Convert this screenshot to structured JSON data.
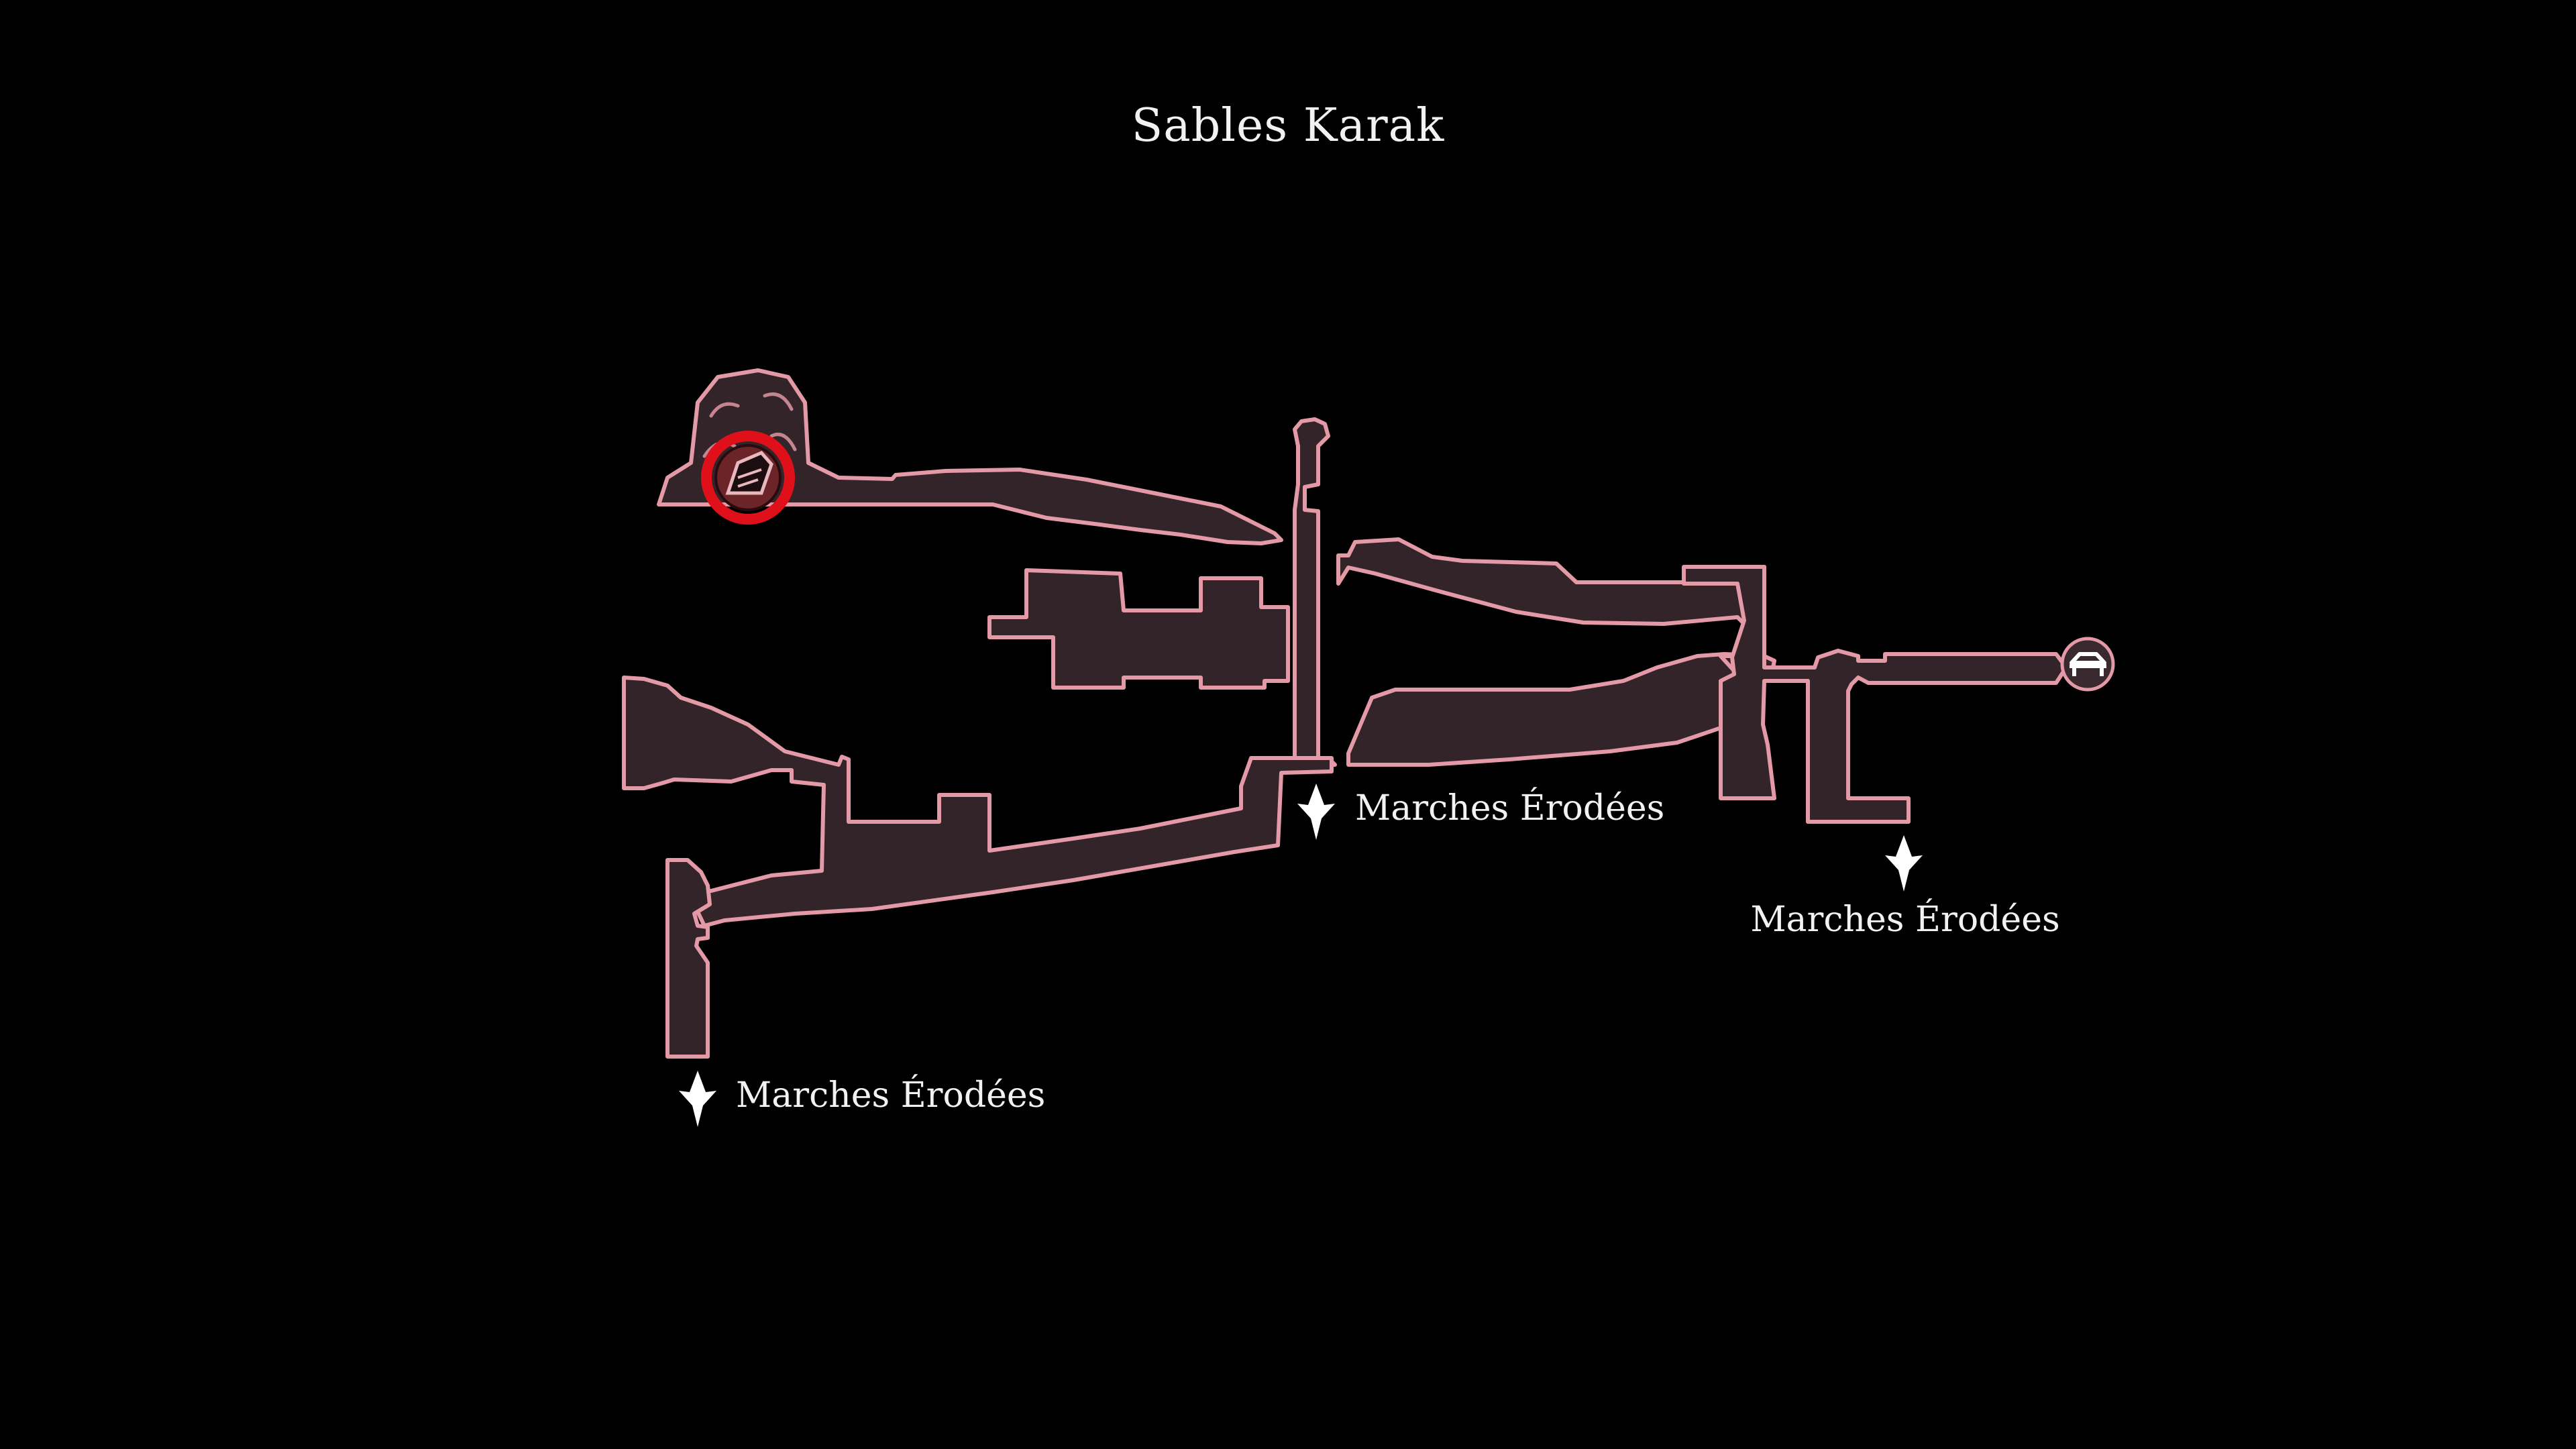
{
  "area_title": "Sables Karak",
  "colors": {
    "background": "#000000",
    "room_fill": "#33242a",
    "room_outline": "#e49aa6",
    "highlight_ring": "#e0101a",
    "label_text": "#f2f2f2"
  },
  "exits": [
    {
      "label": "Marches Érodées",
      "icon": "exit-marker-icon"
    },
    {
      "label": "Marches Érodées",
      "icon": "exit-marker-icon"
    },
    {
      "label": "Marches Érodées",
      "icon": "exit-marker-icon"
    }
  ],
  "pins": {
    "highlighted": {
      "icon": "hunter-horn-icon",
      "ring": "red-circle-highlight"
    },
    "bench": {
      "icon": "bench-icon"
    }
  }
}
